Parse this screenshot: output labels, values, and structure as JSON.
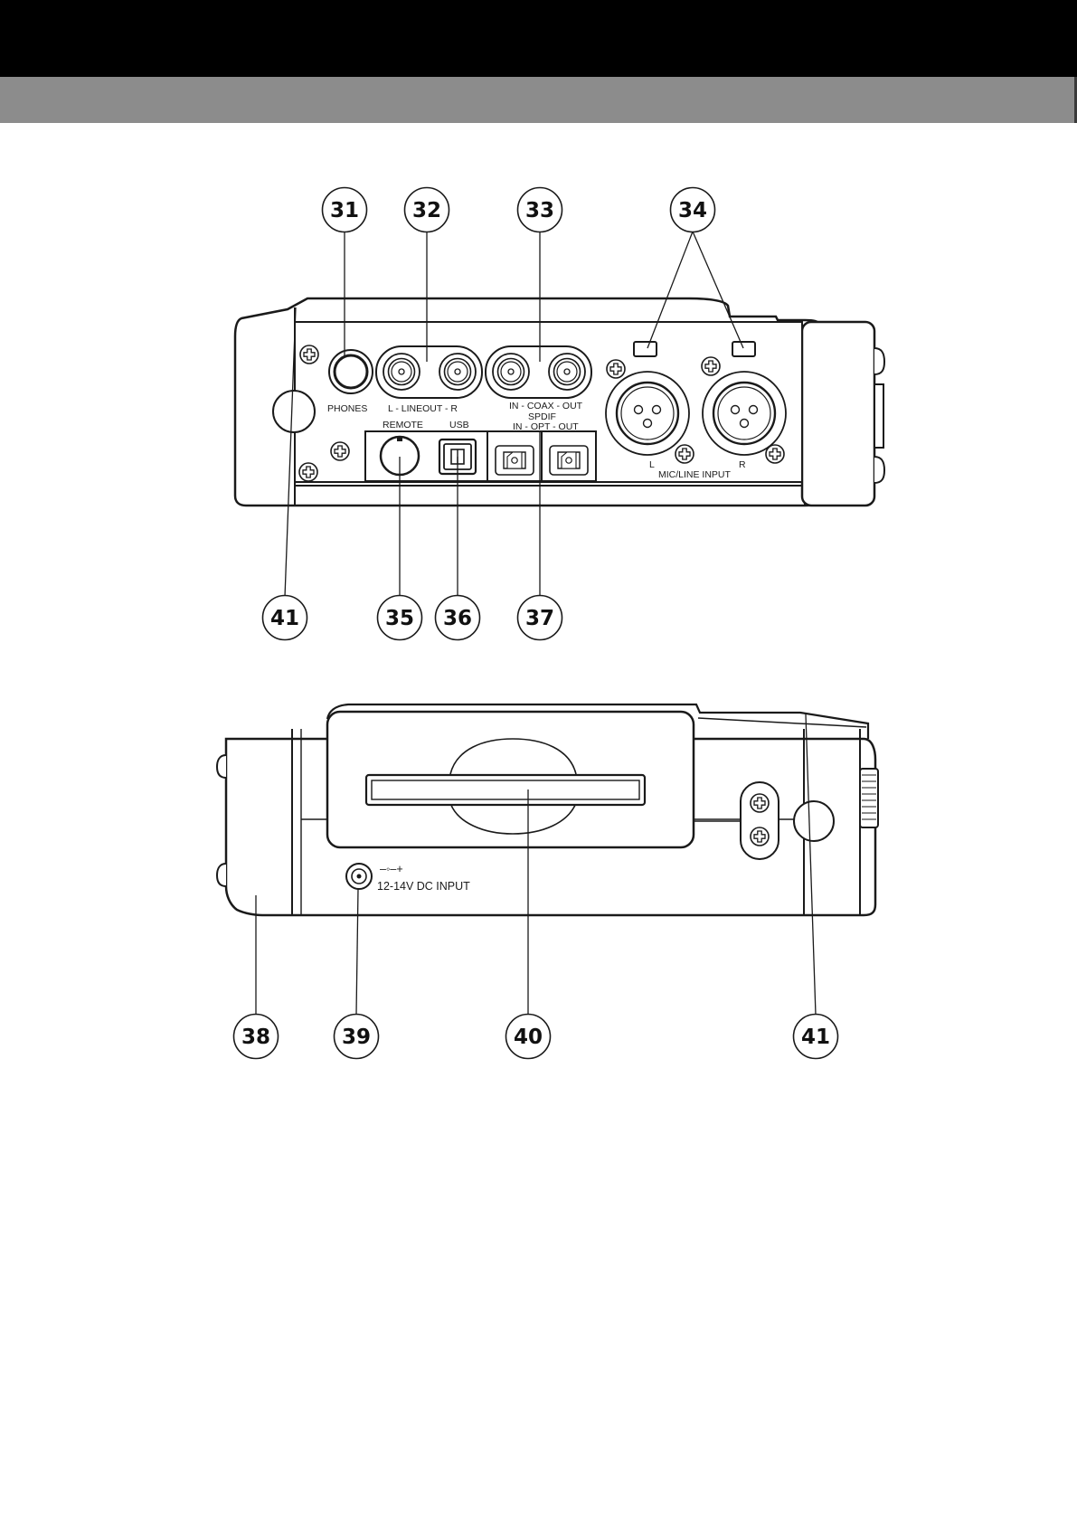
{
  "header": {
    "top_bar_color": "#000000",
    "sub_bar_color": "#8c8c8c"
  },
  "rear_panel": {
    "labels": {
      "phones": "PHONES",
      "lineout": "L - LINEOUT - R",
      "coax": "IN - COAX - OUT",
      "spdif": "SPDIF",
      "opt": "IN - OPT - OUT",
      "remote": "REMOTE",
      "usb": "USB",
      "mic_line_input": "MIC/LINE INPUT",
      "mic_left": "L",
      "mic_right": "R"
    },
    "callouts": [
      "31",
      "32",
      "33",
      "34",
      "35",
      "36",
      "37",
      "41"
    ]
  },
  "side_panel": {
    "labels": {
      "dc_polarity": "–◦–+",
      "dc_input": "12-14V DC INPUT"
    },
    "callouts": [
      "38",
      "39",
      "40",
      "41"
    ]
  }
}
